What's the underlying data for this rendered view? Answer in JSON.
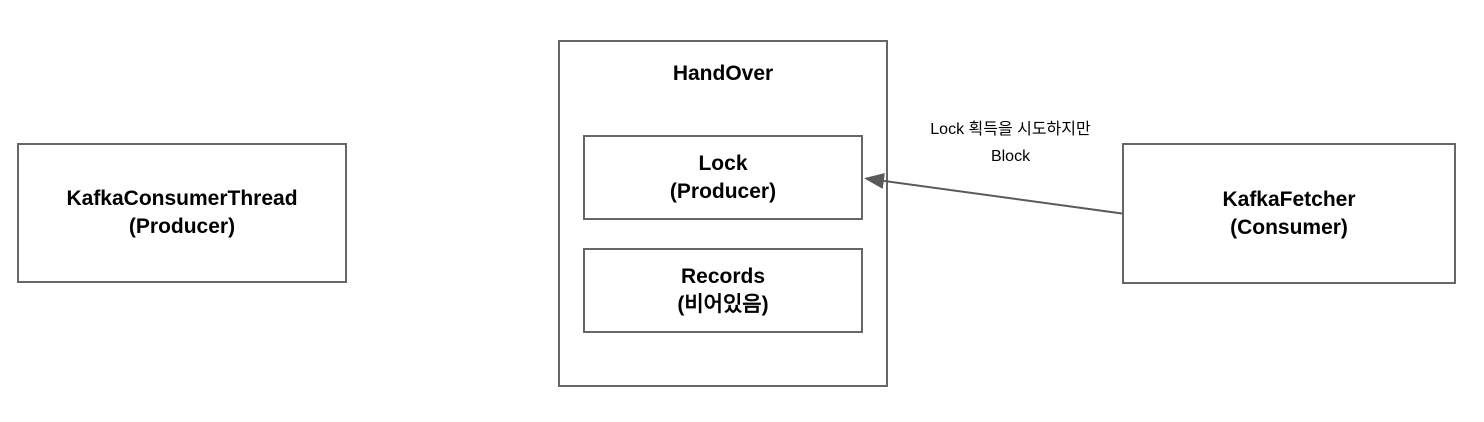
{
  "diagram": {
    "nodes": {
      "kafkaConsumerThread": {
        "title": "KafkaConsumerThread",
        "subtitle": "(Producer)"
      },
      "handOver": {
        "title": "HandOver"
      },
      "lock": {
        "title": "Lock",
        "subtitle": "(Producer)"
      },
      "records": {
        "title": "Records",
        "subtitle": "(비어있음)"
      },
      "kafkaFetcher": {
        "title": "KafkaFetcher",
        "subtitle": "(Consumer)"
      }
    },
    "edges": [
      {
        "from": "KafkaFetcher (Consumer)",
        "to": "Lock (Producer)",
        "label_line1": "Lock 획득을 시도하지만",
        "label_line2": "Block"
      }
    ],
    "colors": {
      "border": "#666666",
      "arrow": "#5a5a5a",
      "text": "#000000",
      "background": "#ffffff"
    }
  }
}
